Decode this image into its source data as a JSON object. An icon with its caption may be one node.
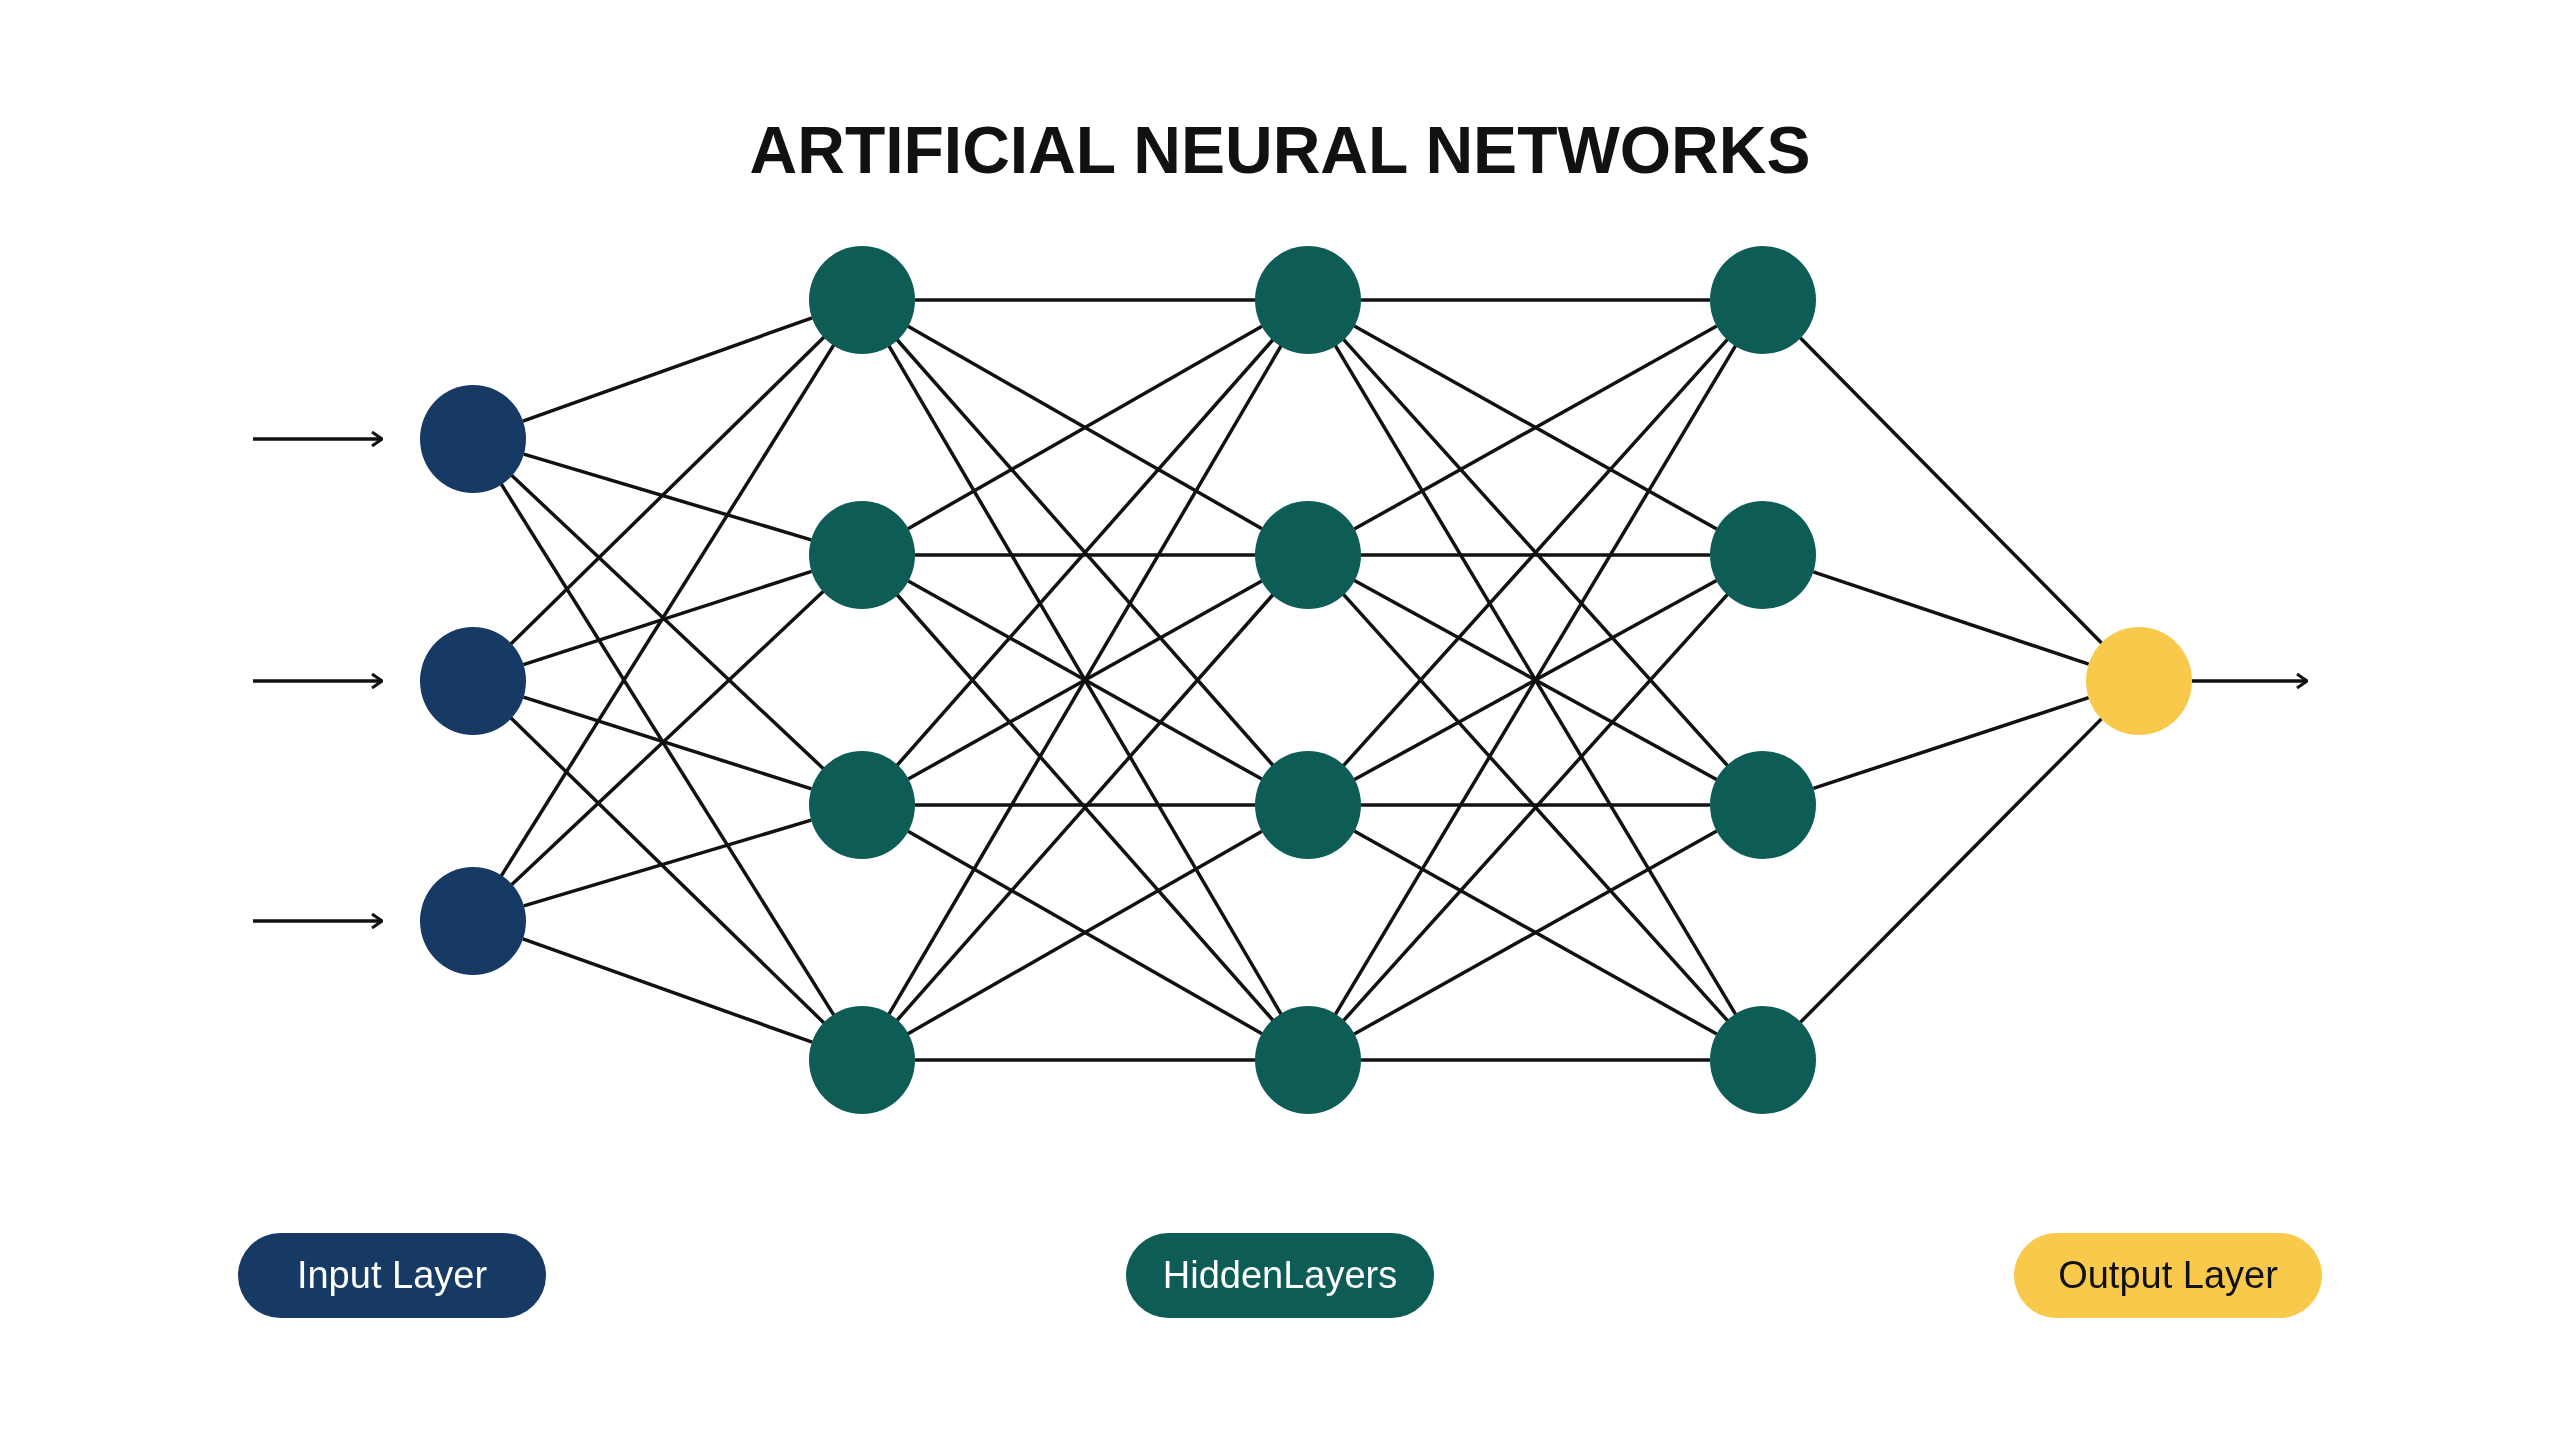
{
  "diagram": {
    "title": "ARTIFICIAL NEURAL NETWORKS",
    "nodes": [
      {
        "text": [],
        "shape": "circle"
      },
      {
        "text": [],
        "shape": "circle"
      },
      {
        "text": [],
        "shape": "circle"
      },
      {
        "text": [],
        "shape": "circle"
      },
      {
        "text": [],
        "shape": "circle"
      },
      {
        "text": [],
        "shape": "circle"
      },
      {
        "text": [],
        "shape": "circle"
      },
      {
        "text": [],
        "shape": "circle"
      },
      {
        "text": [],
        "shape": "circle"
      },
      {
        "text": [],
        "shape": "circle"
      },
      {
        "text": [],
        "shape": "circle"
      },
      {
        "text": [],
        "shape": "circle"
      },
      {
        "text": [],
        "shape": "circle"
      },
      {
        "text": [],
        "shape": "circle"
      },
      {
        "text": [],
        "shape": "circle"
      },
      {
        "text": [],
        "shape": "circle"
      }
    ],
    "edges": [
      {
        "from": null,
        "to": 0,
        "arrow": "to"
      },
      {
        "from": null,
        "to": 1,
        "arrow": "to"
      },
      {
        "from": null,
        "to": 2,
        "arrow": "to"
      },
      {
        "from": 0,
        "to": 3,
        "arrow": "none"
      },
      {
        "from": 0,
        "to": 4,
        "arrow": "none"
      },
      {
        "from": 0,
        "to": 5,
        "arrow": "none"
      },
      {
        "from": 0,
        "to": 6,
        "arrow": "none"
      },
      {
        "from": 1,
        "to": 3,
        "arrow": "none"
      },
      {
        "from": 1,
        "to": 4,
        "arrow": "none"
      },
      {
        "from": 1,
        "to": 5,
        "arrow": "none"
      },
      {
        "from": 1,
        "to": 6,
        "arrow": "none"
      },
      {
        "from": 2,
        "to": 3,
        "arrow": "none"
      },
      {
        "from": 2,
        "to": 4,
        "arrow": "none"
      },
      {
        "from": 2,
        "to": 5,
        "arrow": "none"
      },
      {
        "from": 2,
        "to": 6,
        "arrow": "none"
      },
      {
        "from": 3,
        "to": 7,
        "arrow": "none"
      },
      {
        "from": 3,
        "to": 8,
        "arrow": "none"
      },
      {
        "from": 3,
        "to": 9,
        "arrow": "none"
      },
      {
        "from": 3,
        "to": 10,
        "arrow": "none"
      },
      {
        "from": 4,
        "to": 7,
        "arrow": "none"
      },
      {
        "from": 4,
        "to": 8,
        "arrow": "none"
      },
      {
        "from": 4,
        "to": 9,
        "arrow": "none"
      },
      {
        "from": 4,
        "to": 10,
        "arrow": "none"
      },
      {
        "from": 5,
        "to": 7,
        "arrow": "none"
      },
      {
        "from": 5,
        "to": 8,
        "arrow": "none"
      },
      {
        "from": 5,
        "to": 9,
        "arrow": "none"
      },
      {
        "from": 5,
        "to": 10,
        "arrow": "none"
      },
      {
        "from": 6,
        "to": 7,
        "arrow": "none"
      },
      {
        "from": 6,
        "to": 8,
        "arrow": "none"
      },
      {
        "from": 6,
        "to": 9,
        "arrow": "none"
      },
      {
        "from": 6,
        "to": 10,
        "arrow": "none"
      },
      {
        "from": 7,
        "to": 11,
        "arrow": "none"
      },
      {
        "from": 7,
        "to": 12,
        "arrow": "none"
      },
      {
        "from": 7,
        "to": 13,
        "arrow": "none"
      },
      {
        "from": 7,
        "to": 14,
        "arrow": "none"
      },
      {
        "from": 8,
        "to": 11,
        "arrow": "none"
      },
      {
        "from": 8,
        "to": 12,
        "arrow": "none"
      },
      {
        "from": 8,
        "to": 13,
        "arrow": "none"
      },
      {
        "from": 8,
        "to": 14,
        "arrow": "none"
      },
      {
        "from": 9,
        "to": 11,
        "arrow": "none"
      },
      {
        "from": 9,
        "to": 12,
        "arrow": "none"
      },
      {
        "from": 9,
        "to": 13,
        "arrow": "none"
      },
      {
        "from": 9,
        "to": 14,
        "arrow": "none"
      },
      {
        "from": 10,
        "to": 11,
        "arrow": "none"
      },
      {
        "from": 10,
        "to": 12,
        "arrow": "none"
      },
      {
        "from": 10,
        "to": 13,
        "arrow": "none"
      },
      {
        "from": 10,
        "to": 14,
        "arrow": "none"
      },
      {
        "from": 11,
        "to": 15,
        "arrow": "none"
      },
      {
        "from": 12,
        "to": 15,
        "arrow": "none"
      },
      {
        "from": 13,
        "to": 15,
        "arrow": "none"
      },
      {
        "from": 14,
        "to": 15,
        "arrow": "none"
      },
      {
        "from": 15,
        "to": null,
        "arrow": "to"
      }
    ],
    "legend": [
      {
        "text": "Input Layer",
        "color": "#163a63"
      },
      {
        "text": "HiddenLayers",
        "color": "#0d5c55"
      },
      {
        "text": "Output Layer",
        "color": "#f8c94a"
      }
    ]
  }
}
